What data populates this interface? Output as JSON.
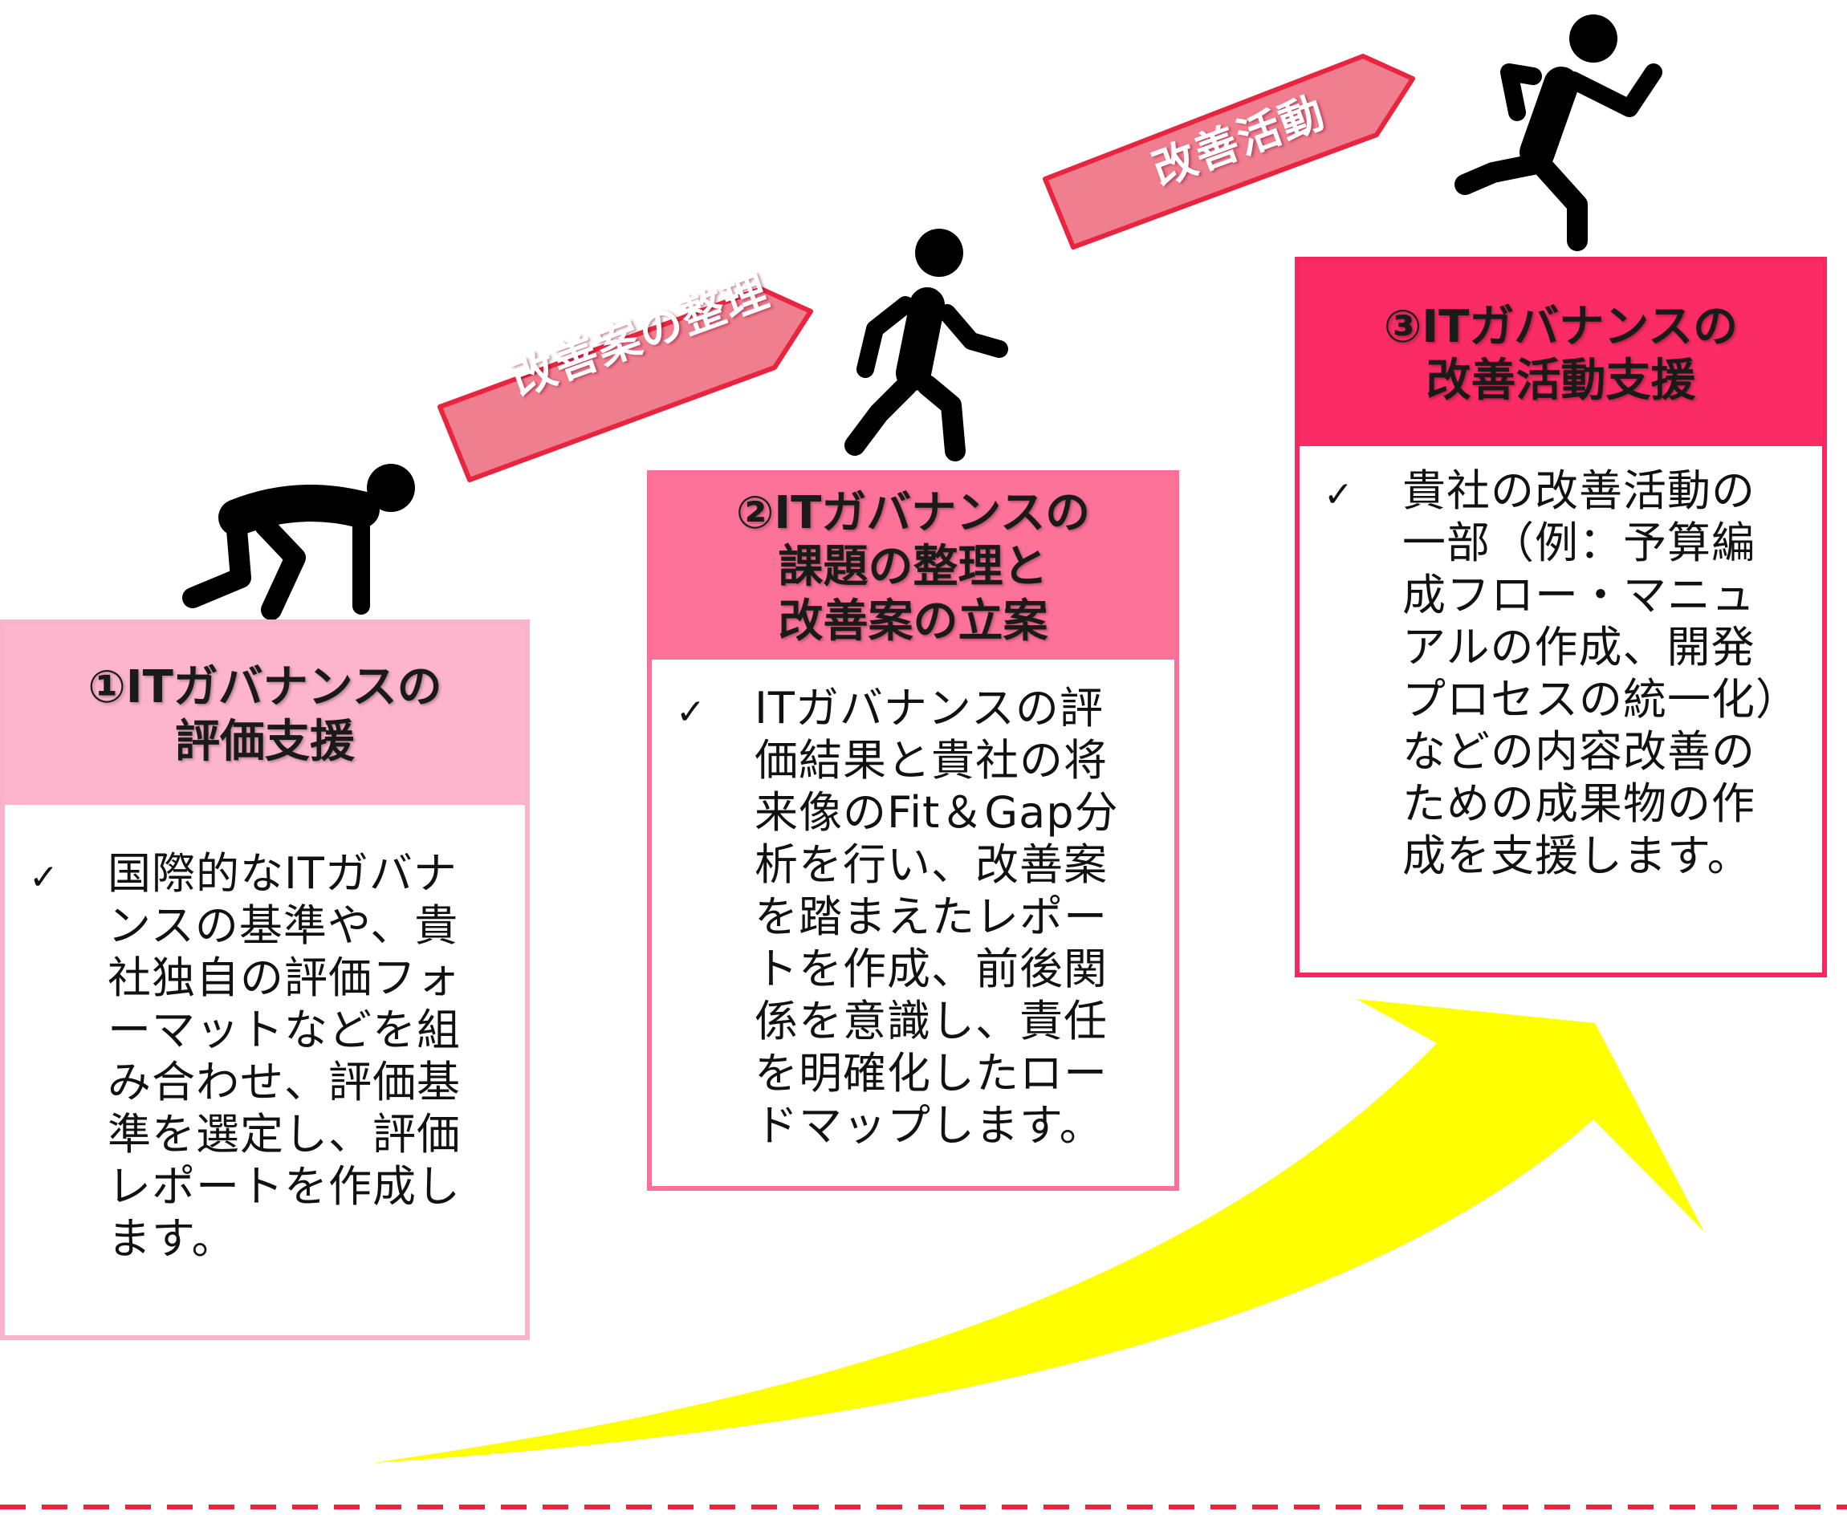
{
  "colors": {
    "step1": "#fcb5cc",
    "step2": "#fd7299",
    "step3": "#fb2b65",
    "banner_fill": "#ef7e8f",
    "banner_border": "#e8243f",
    "growth_arrow": "#ffff00",
    "dashed_line": "#e8243f"
  },
  "icons": {
    "step1": "crouching-person-icon",
    "step2": "walking-person-icon",
    "step3": "running-person-icon",
    "check": "checkmark-icon"
  },
  "banners": [
    {
      "label": "改善案の整理"
    },
    {
      "label": "改善活動"
    }
  ],
  "steps": [
    {
      "title": [
        "①ITガバナンスの",
        "評価支援"
      ],
      "check": "✓",
      "description": "国際的なITガバナンスの基準や、貴社独自の評価フォーマットなどを組み合わせ、評価基準を選定し、評価レポートを作成します。"
    },
    {
      "title": [
        "②ITガバナンスの",
        "課題の整理と",
        "改善案の立案"
      ],
      "check": "✓",
      "description": "ITガバナンスの評価結果と貴社の将来像のFit＆Gap分析を行い、改善案を踏まえたレポートを作成、前後関係を意識し、責任を明確化したロードマップします。"
    },
    {
      "title": [
        "③ITガバナンスの",
        "改善活動支援"
      ],
      "check": "✓",
      "description": "貴社の改善活動の一部（例：予算編成フロー・マニュアルの作成、開発プロセスの統一化）などの内容改善のための成果物の作成を支援します。"
    }
  ]
}
